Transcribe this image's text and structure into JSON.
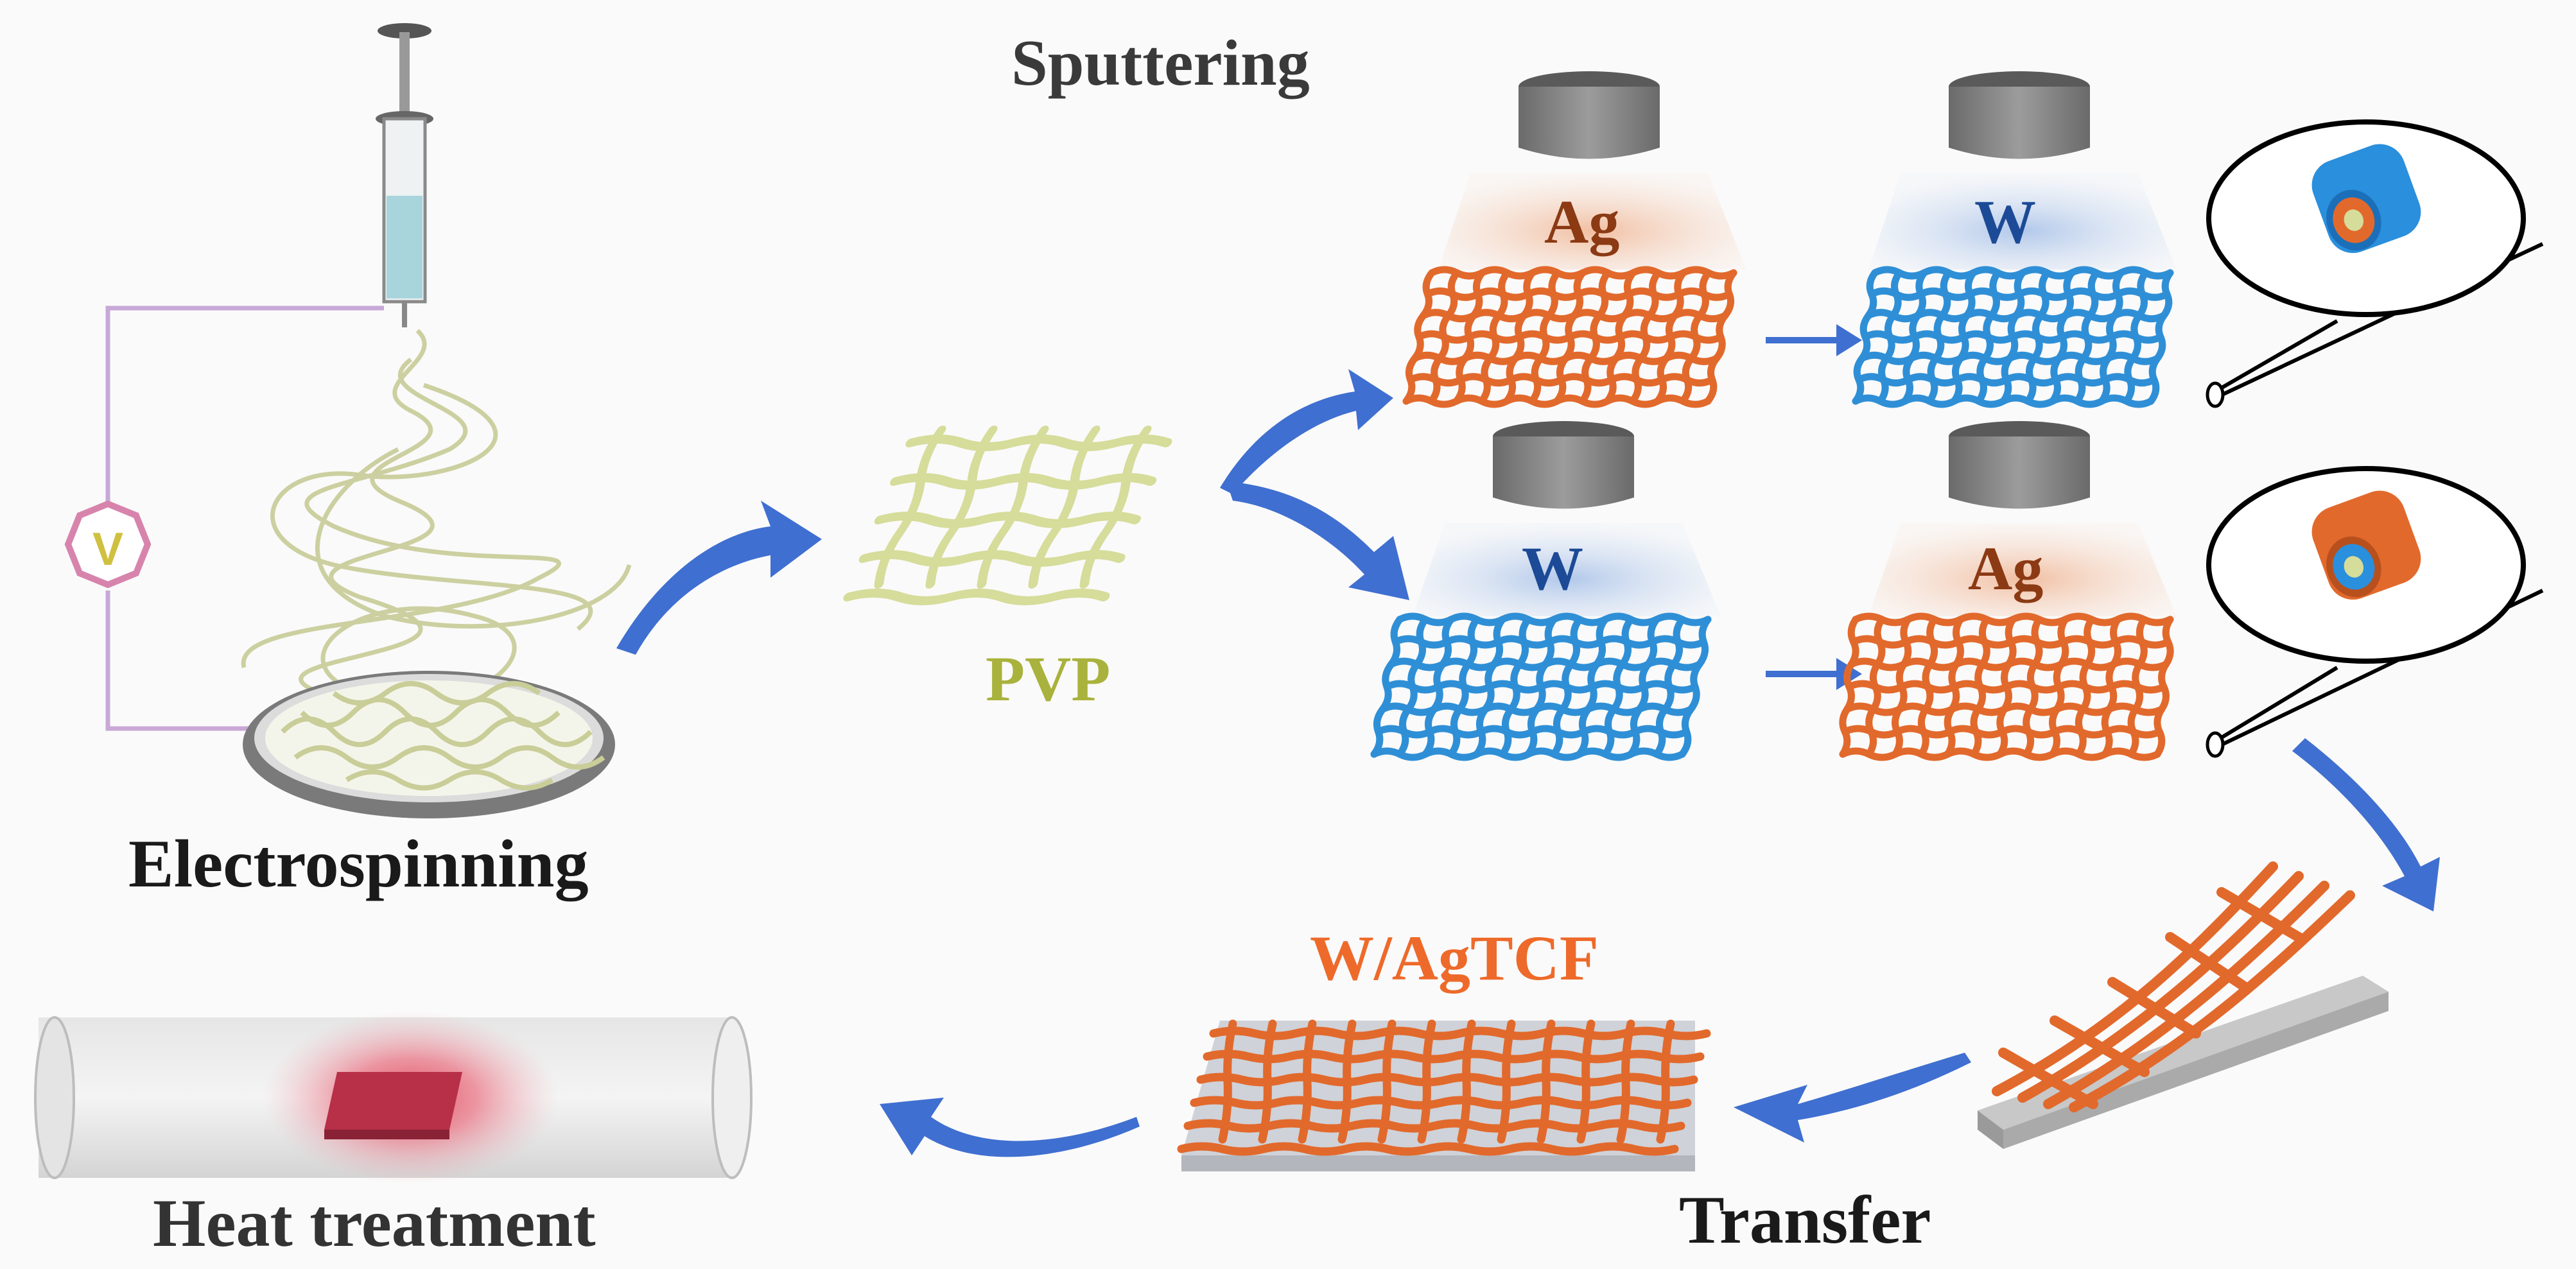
{
  "labels": {
    "sputtering": "Sputtering",
    "electrospinning": "Electrospinning",
    "pvp": "PVP",
    "ag_top": "Ag",
    "w_top": "W",
    "w_bottom": "W",
    "ag_bottom": "Ag",
    "product": "W/AgTCF",
    "transfer": "Transfer",
    "heat_treatment": "Heat treatment",
    "voltage_symbol": "V"
  },
  "colors": {
    "background": "#fafafa",
    "arrow": "#3f6fd0",
    "pvp_mesh": "#d6dc9a",
    "ag_mesh": "#e2692c",
    "w_mesh": "#2f8fd6",
    "target": "#7a7a7a",
    "ag_cloud": "#f2c3a8",
    "w_cloud": "#b8cdea",
    "heat_glow": "#e0455a",
    "pvp_text": "#a9b23c",
    "product_text": "#ee6a2a"
  }
}
